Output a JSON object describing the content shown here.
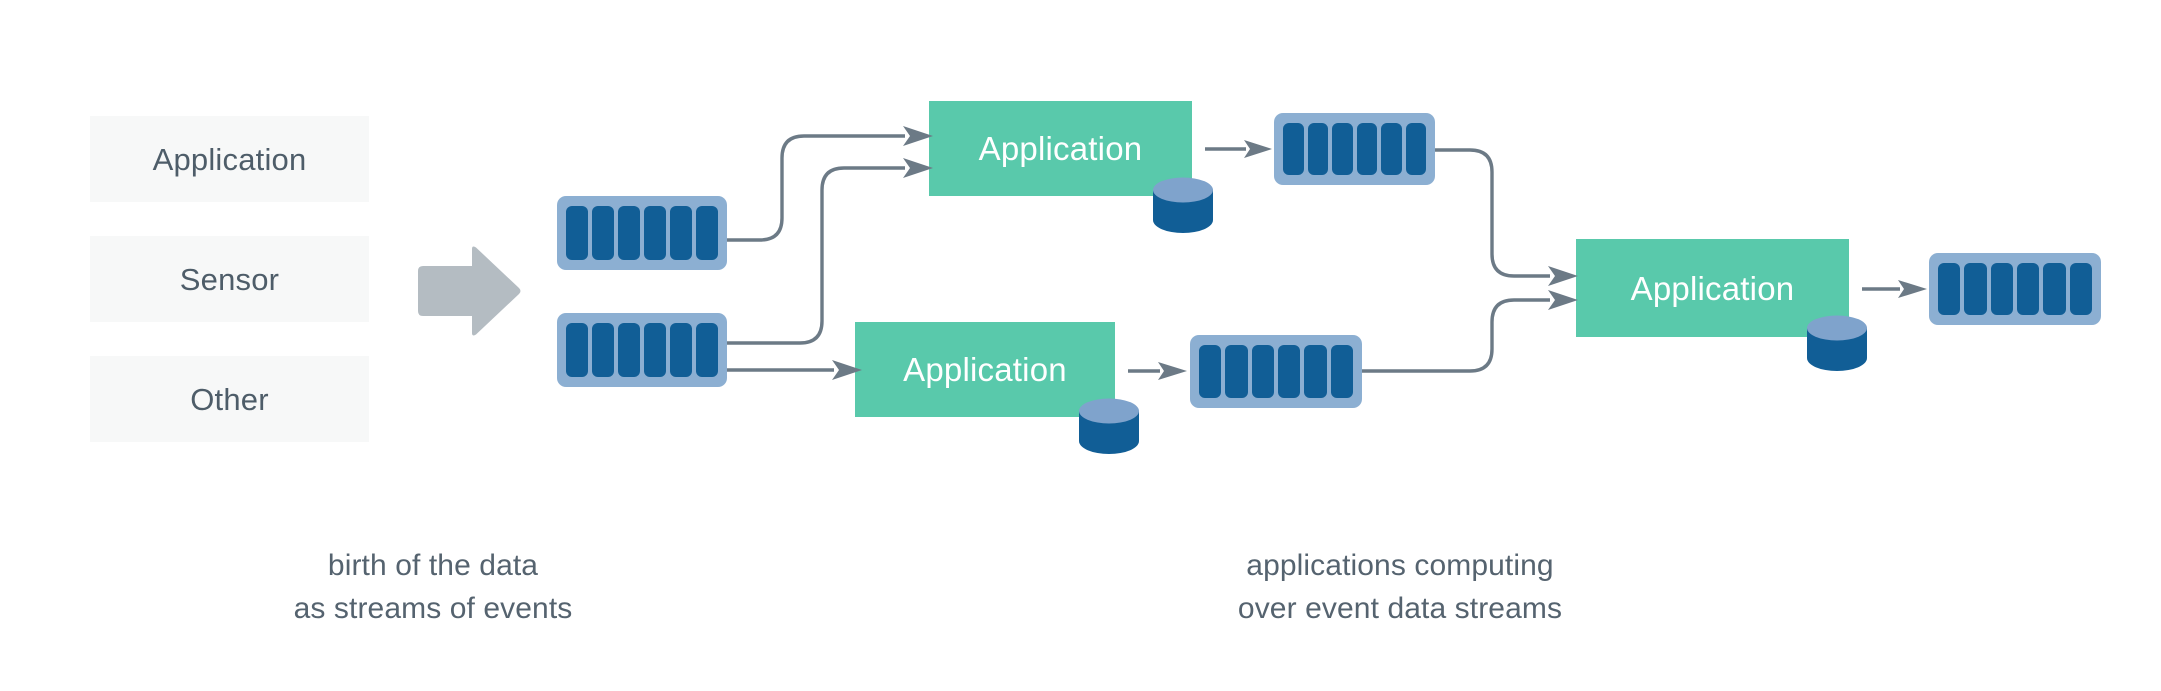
{
  "diagram": {
    "title": "birth of the data as streams of events / applications computing over event data streams",
    "colors": {
      "app_green": "#59c9ab",
      "stream_light_blue": "#8cafd2",
      "stream_dark_blue": "#115e96",
      "source_box_bg": "#f7f8f8",
      "text_gray": "#4e5d69",
      "connector_gray": "#6c7a86",
      "block_arrow_gray": "#b4bcc2",
      "db_top": "#7fa3cc",
      "db_body": "#115e96",
      "canvas_bg": "#ffffff"
    },
    "sources": {
      "group_name": "event-sources",
      "items": [
        {
          "label": "Application"
        },
        {
          "label": "Sensor"
        },
        {
          "label": "Other"
        }
      ]
    },
    "ingest_arrow": {
      "icon": "block-arrow-right-icon"
    },
    "streams": [
      {
        "id": "stream-source-top",
        "segments": 6,
        "icon": "event-stream-icon"
      },
      {
        "id": "stream-source-bottom",
        "segments": 6,
        "icon": "event-stream-icon"
      },
      {
        "id": "stream-app-top-out",
        "segments": 6,
        "icon": "event-stream-icon"
      },
      {
        "id": "stream-app-mid-out",
        "segments": 6,
        "icon": "event-stream-icon"
      },
      {
        "id": "stream-app-final-out",
        "segments": 6,
        "icon": "event-stream-icon"
      }
    ],
    "applications": [
      {
        "id": "application-top",
        "label": "Application",
        "has_store": true,
        "store_icon": "database-cylinder-icon"
      },
      {
        "id": "application-mid",
        "label": "Application",
        "has_store": true,
        "store_icon": "database-cylinder-icon"
      },
      {
        "id": "application-final",
        "label": "Application",
        "has_store": true,
        "store_icon": "database-cylinder-icon"
      }
    ],
    "captions": {
      "left": {
        "line1": "birth of the data",
        "line2": "as streams of events"
      },
      "right": {
        "line1": "applications computing",
        "line2": "over event data streams"
      }
    }
  }
}
